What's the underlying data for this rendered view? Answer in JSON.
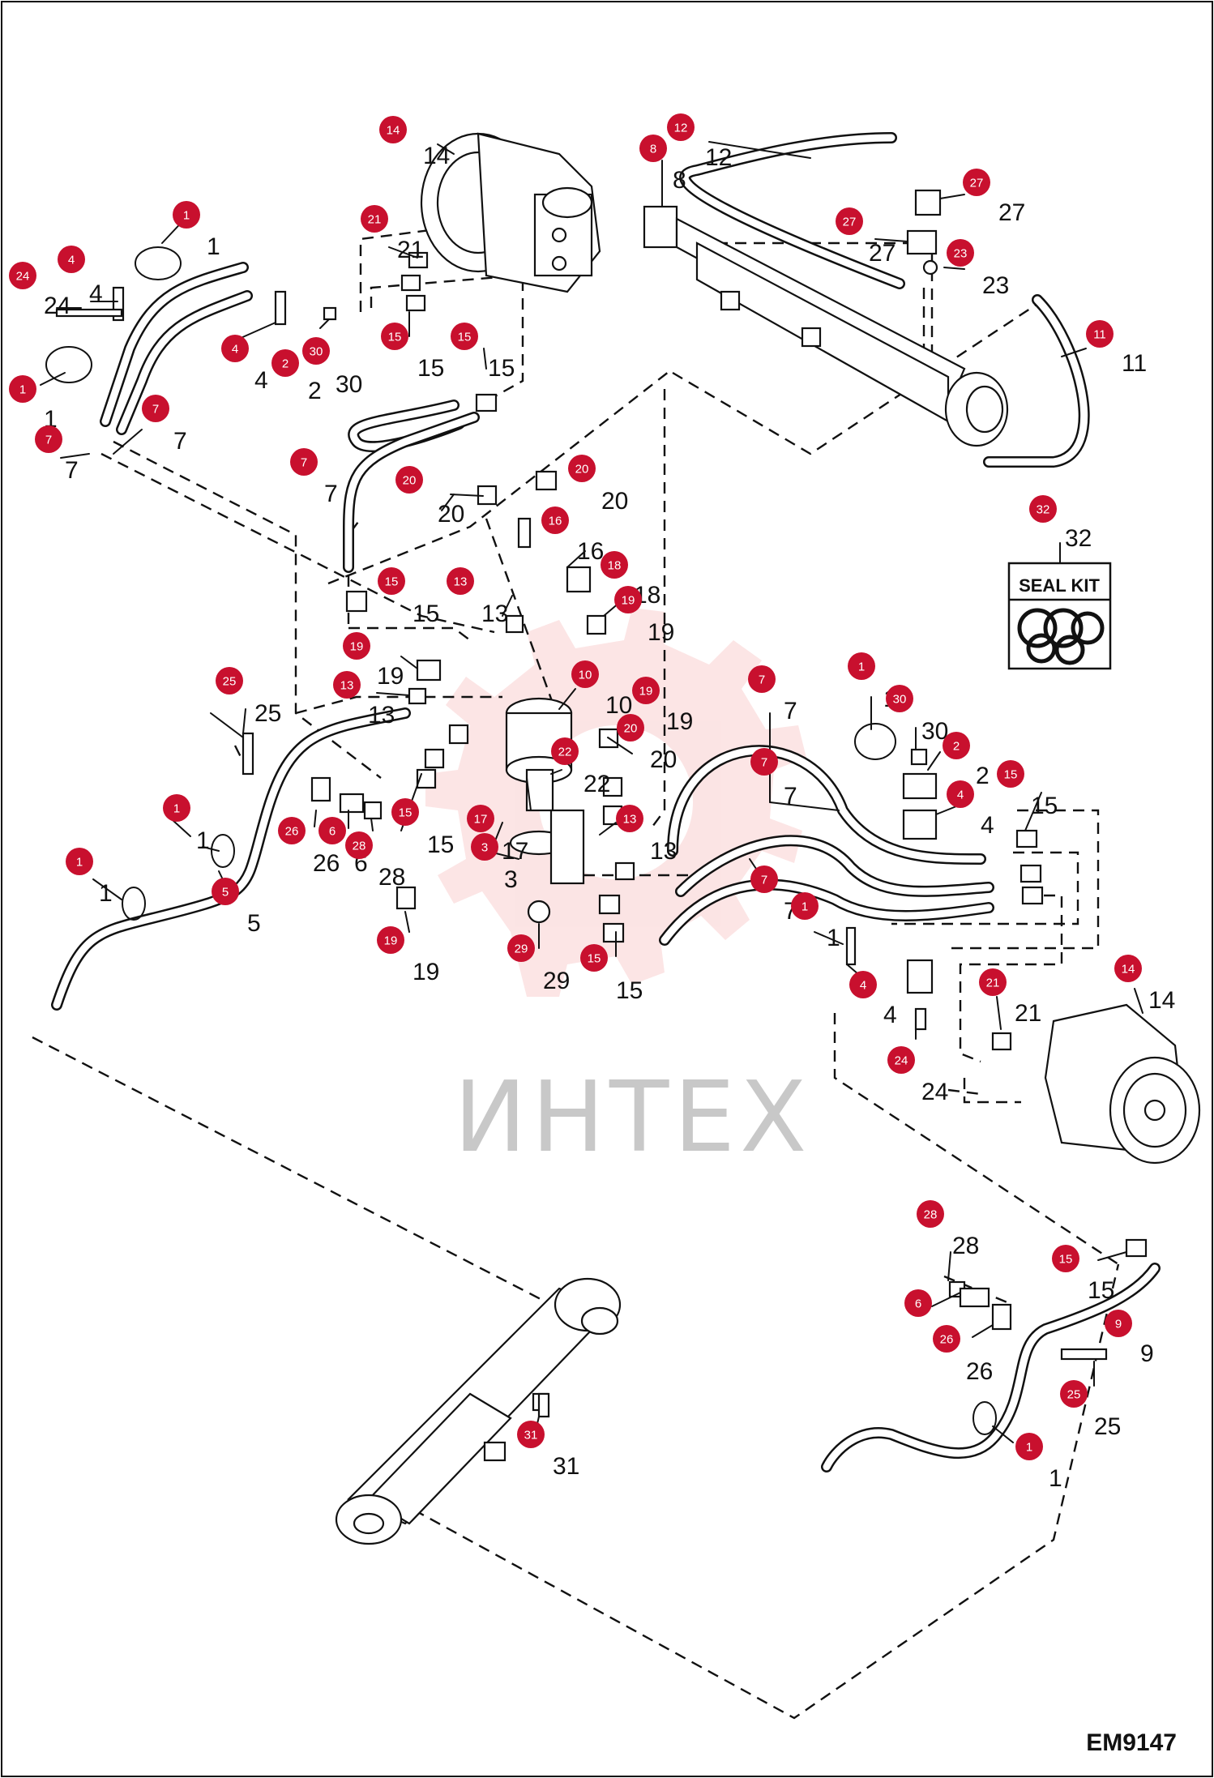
{
  "drawing_id": "EM9147",
  "watermark_text": "ИНТЕХ",
  "seal_kit_label": "SEAL KIT",
  "colors": {
    "callout_badge": "#c8102e",
    "watermark": "#f3c6c6",
    "line": "#111111"
  },
  "callouts": [
    {
      "id": "c-1a",
      "num": "1"
    },
    {
      "id": "c-4a",
      "num": "4"
    },
    {
      "id": "c-24a",
      "num": "24"
    },
    {
      "id": "c-1b",
      "num": "1"
    },
    {
      "id": "c-4b",
      "num": "4"
    },
    {
      "id": "c-2a",
      "num": "2"
    },
    {
      "id": "c-30a",
      "num": "30"
    },
    {
      "id": "c-7a",
      "num": "7"
    },
    {
      "id": "c-7b",
      "num": "7"
    },
    {
      "id": "c-14a",
      "num": "14"
    },
    {
      "id": "c-21a",
      "num": "21"
    },
    {
      "id": "c-15a",
      "num": "15"
    },
    {
      "id": "c-15b",
      "num": "15"
    },
    {
      "id": "c-7c",
      "num": "7"
    },
    {
      "id": "c-20a",
      "num": "20"
    },
    {
      "id": "c-20b",
      "num": "20"
    },
    {
      "id": "c-16",
      "num": "16"
    },
    {
      "id": "c-12",
      "num": "12"
    },
    {
      "id": "c-8",
      "num": "8"
    },
    {
      "id": "c-27a",
      "num": "27"
    },
    {
      "id": "c-27b",
      "num": "27"
    },
    {
      "id": "c-23",
      "num": "23"
    },
    {
      "id": "c-11",
      "num": "11"
    },
    {
      "id": "c-32",
      "num": "32"
    },
    {
      "id": "c-15c",
      "num": "15"
    },
    {
      "id": "c-13a",
      "num": "13"
    },
    {
      "id": "c-18",
      "num": "18"
    },
    {
      "id": "c-19a",
      "num": "19"
    },
    {
      "id": "c-19b",
      "num": "19"
    },
    {
      "id": "c-13b",
      "num": "13"
    },
    {
      "id": "c-10",
      "num": "10"
    },
    {
      "id": "c-25a",
      "num": "25"
    },
    {
      "id": "c-19c",
      "num": "19"
    },
    {
      "id": "c-20c",
      "num": "20"
    },
    {
      "id": "c-22",
      "num": "22"
    },
    {
      "id": "c-7d",
      "num": "7"
    },
    {
      "id": "c-7e",
      "num": "7"
    },
    {
      "id": "c-1c",
      "num": "1"
    },
    {
      "id": "c-30b",
      "num": "30"
    },
    {
      "id": "c-2b",
      "num": "2"
    },
    {
      "id": "c-4c",
      "num": "4"
    },
    {
      "id": "c-15d",
      "num": "15"
    },
    {
      "id": "c-1d",
      "num": "1"
    },
    {
      "id": "c-26a",
      "num": "26"
    },
    {
      "id": "c-6a",
      "num": "6"
    },
    {
      "id": "c-28a",
      "num": "28"
    },
    {
      "id": "c-15e",
      "num": "15"
    },
    {
      "id": "c-17",
      "num": "17"
    },
    {
      "id": "c-13c",
      "num": "13"
    },
    {
      "id": "c-3",
      "num": "3"
    },
    {
      "id": "c-1e",
      "num": "1"
    },
    {
      "id": "c-5",
      "num": "5"
    },
    {
      "id": "c-7f",
      "num": "7"
    },
    {
      "id": "c-1f",
      "num": "1"
    },
    {
      "id": "c-19d",
      "num": "19"
    },
    {
      "id": "c-29",
      "num": "29"
    },
    {
      "id": "c-15f",
      "num": "15"
    },
    {
      "id": "c-4d",
      "num": "4"
    },
    {
      "id": "c-21b",
      "num": "21"
    },
    {
      "id": "c-14b",
      "num": "14"
    },
    {
      "id": "c-24b",
      "num": "24"
    },
    {
      "id": "c-28b",
      "num": "28"
    },
    {
      "id": "c-15g",
      "num": "15"
    },
    {
      "id": "c-6b",
      "num": "6"
    },
    {
      "id": "c-9",
      "num": "9"
    },
    {
      "id": "c-26b",
      "num": "26"
    },
    {
      "id": "c-25b",
      "num": "25"
    },
    {
      "id": "c-31",
      "num": "31"
    },
    {
      "id": "c-1g",
      "num": "1"
    }
  ]
}
